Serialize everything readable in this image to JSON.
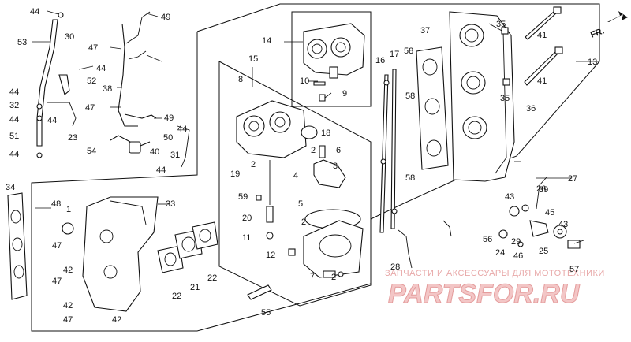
{
  "callouts": [
    "44",
    "49",
    "53",
    "30",
    "47",
    "44",
    "52",
    "38",
    "44",
    "32",
    "44",
    "44",
    "47",
    "23",
    "51",
    "44",
    "54",
    "40",
    "50",
    "44",
    "49",
    "31",
    "44",
    "14",
    "15",
    "8",
    "16",
    "17",
    "58",
    "37",
    "35",
    "41",
    "13",
    "10",
    "9",
    "18",
    "2",
    "6",
    "3",
    "4",
    "19",
    "2",
    "59",
    "20",
    "5",
    "2",
    "11",
    "12",
    "7",
    "2",
    "36",
    "35",
    "41",
    "58",
    "58",
    "27",
    "39",
    "26",
    "43",
    "45",
    "29",
    "43",
    "24",
    "46",
    "25",
    "56",
    "28",
    "55",
    "57",
    "34",
    "33",
    "48",
    "1",
    "47",
    "42",
    "47",
    "42",
    "47",
    "42",
    "21",
    "22",
    "22"
  ],
  "direction_arrow": {
    "label": "FR."
  },
  "watermark": {
    "caption": "ЗАПЧАСТИ И АКСЕССУАРЫ ДЛЯ МОТОТЕХНИКИ",
    "logo": "PARTSFOR.RU"
  }
}
